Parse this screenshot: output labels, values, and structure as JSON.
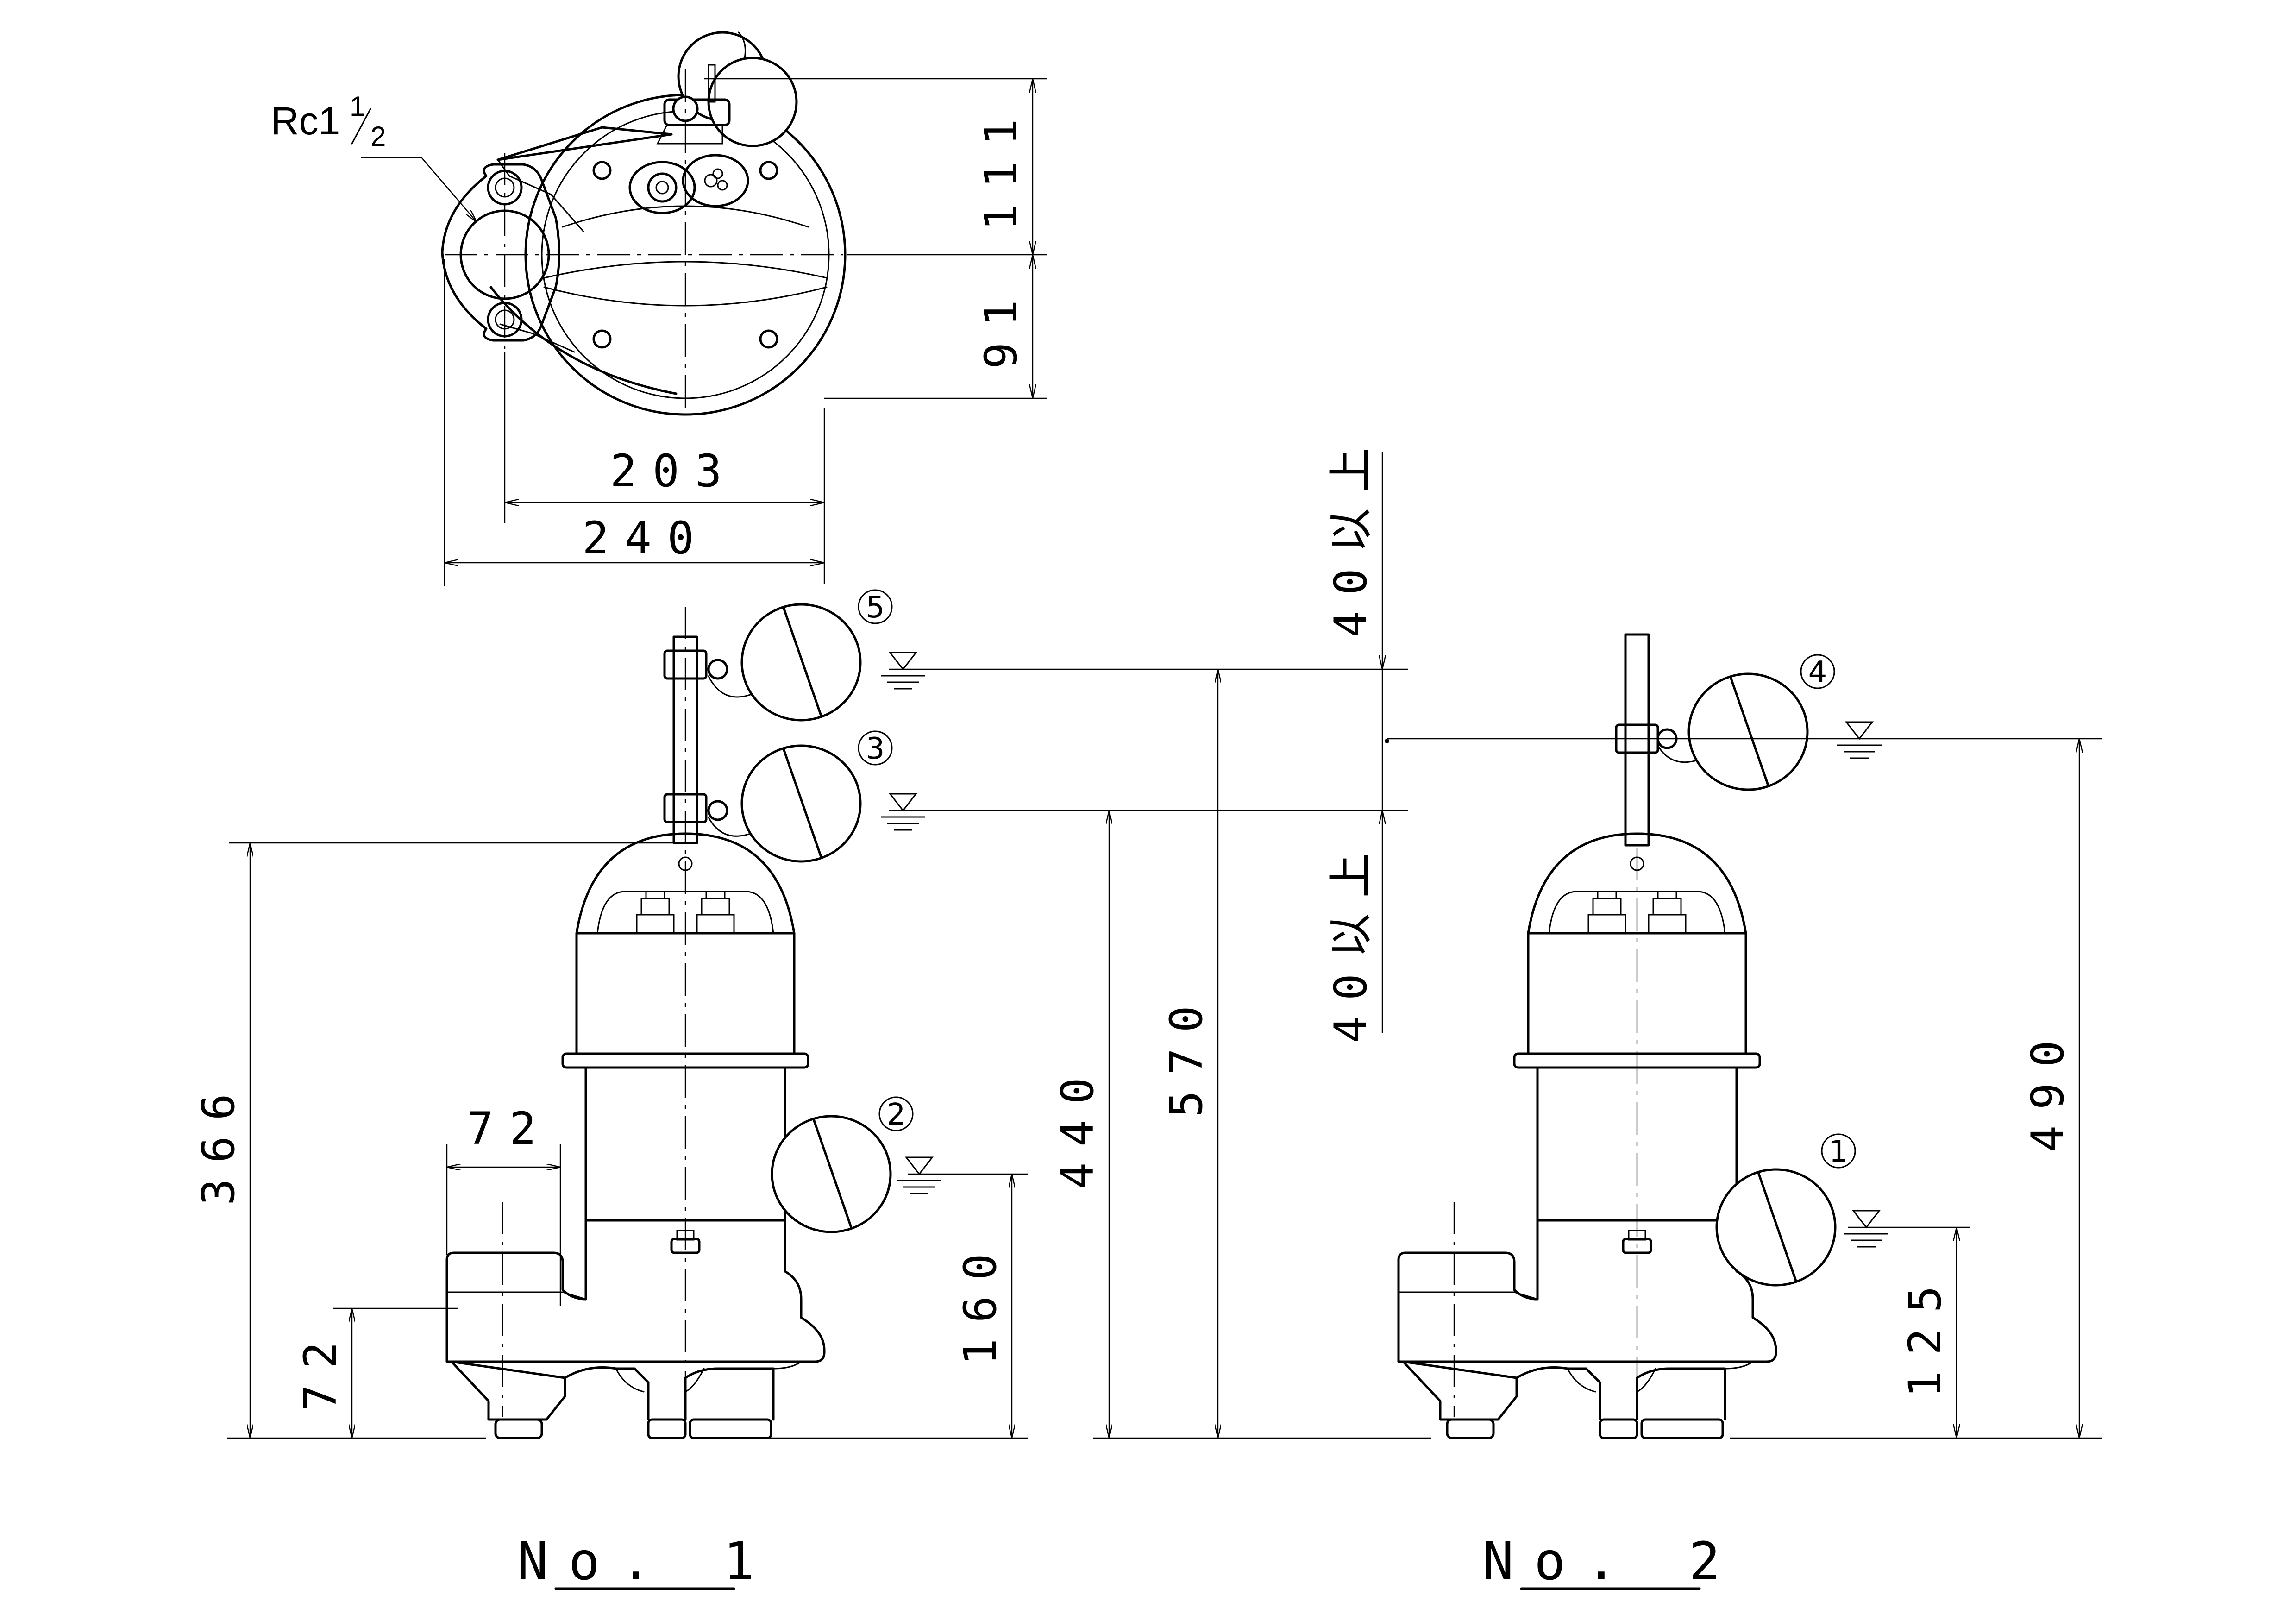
{
  "top_view": {
    "port_label": "Rc1",
    "port_fraction_num": "1",
    "port_fraction_den": "2",
    "dim_height_upper": "111",
    "dim_height_lower": "91",
    "dim_width_inner": "203",
    "dim_width_outer": "240"
  },
  "clearance": {
    "above": "40以上",
    "below": "40以上"
  },
  "no1": {
    "title": "No. 1",
    "dim_overall_height": "366",
    "dim_outlet_width": "72",
    "dim_outlet_height": "72",
    "dim_level_2": "160",
    "dim_level_3": "440",
    "dim_level_5": "570",
    "float_labels": [
      "5",
      "3",
      "2"
    ]
  },
  "no2": {
    "title": "No. 2",
    "dim_level_4": "490",
    "dim_level_1": "125",
    "float_labels": [
      "4",
      "1"
    ]
  },
  "circled_glyphs": {
    "1": "①",
    "2": "②",
    "3": "③",
    "4": "④",
    "5": "⑤"
  }
}
